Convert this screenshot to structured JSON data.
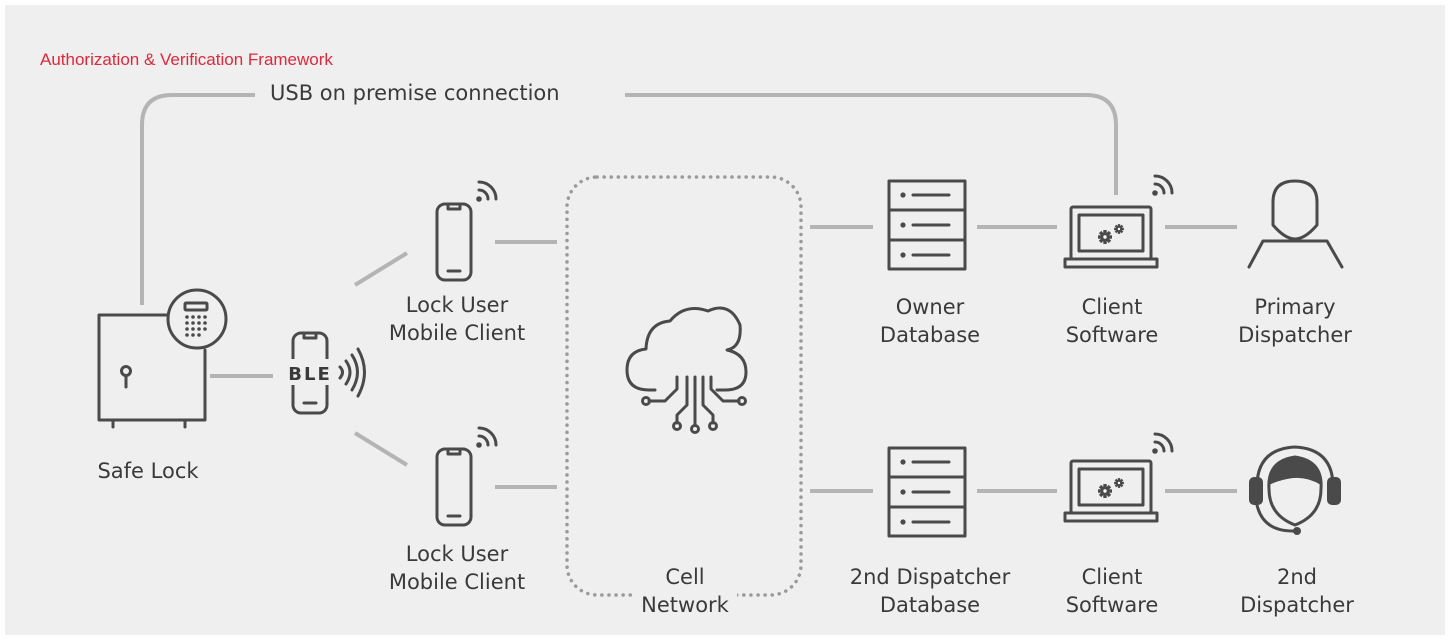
{
  "header": {
    "title": "Authorization & Verification Framework"
  },
  "connections": {
    "usb_label": "USB on premise connection"
  },
  "nodes": {
    "safe_lock": {
      "label": "Safe Lock",
      "icon": "safe-lock-icon"
    },
    "ble_phone": {
      "badge": "BLE",
      "icon": "ble-phone-icon"
    },
    "mobile_client_top": {
      "line1": "Lock User",
      "line2": "Mobile Client",
      "icon": "smartphone-icon"
    },
    "mobile_client_bottom": {
      "line1": "Lock User",
      "line2": "Mobile Client",
      "icon": "smartphone-icon"
    },
    "cell_network": {
      "line1": "Cell",
      "line2": "Network",
      "icon": "cloud-network-icon"
    },
    "owner_database": {
      "line1": "Owner",
      "line2": "Database",
      "icon": "server-icon"
    },
    "dispatcher_database": {
      "line1": "2nd Dispatcher",
      "line2": "Database",
      "icon": "server-icon"
    },
    "client_software_top": {
      "line1": "Client",
      "line2": "Software",
      "icon": "laptop-gears-icon"
    },
    "client_software_bottom": {
      "line1": "Client",
      "line2": "Software",
      "icon": "laptop-gears-icon"
    },
    "primary_dispatcher": {
      "line1": "Primary",
      "line2": "Dispatcher",
      "icon": "user-icon"
    },
    "second_dispatcher": {
      "line1": "2nd",
      "line2": "Dispatcher",
      "icon": "headset-user-icon"
    }
  },
  "colors": {
    "background": "#efefef",
    "title": "#e0283c",
    "lines": "#b4b4b4",
    "icons": "#4a4a4a"
  }
}
